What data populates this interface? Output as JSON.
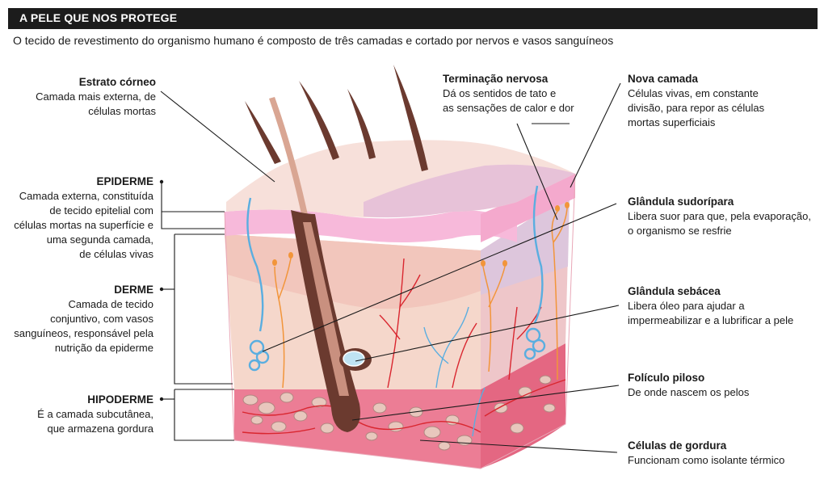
{
  "header": {
    "title": "A PELE QUE NOS PROTEGE",
    "subtitle": "O tecido de revestimento do organismo humano é composto de três camadas e cortado por nervos e vasos sanguíneos"
  },
  "labels": {
    "estrato": {
      "title": "Estrato córneo",
      "line1": "Camada mais externa, de",
      "line2": "células mortas"
    },
    "epiderme": {
      "title": "EPIDERME",
      "line1": "Camada externa, constituída",
      "line2": "de tecido epitelial com",
      "line3": "células mortas na superfície e",
      "line4": "uma segunda camada,",
      "line5": "de células vivas"
    },
    "derme": {
      "title": "DERME",
      "line1": "Camada de tecido",
      "line2": "conjuntivo, com vasos",
      "line3": "sanguíneos, responsável pela",
      "line4": "nutrição da epiderme"
    },
    "hipoderme": {
      "title": "HIPODERME",
      "line1": "É a camada subcutânea,",
      "line2": "que armazena gordura"
    },
    "terminacao": {
      "title": "Terminação nervosa",
      "line1": "Dá os sentidos de tato e",
      "line2": "as sensações de calor e dor"
    },
    "nova": {
      "title": "Nova camada",
      "line1": "Células vivas, em constante",
      "line2": "divisão, para repor as células",
      "line3": "mortas superficiais"
    },
    "sudoripara": {
      "title": "Glândula sudorípara",
      "line1": "Libera suor para que, pela evaporação,",
      "line2": "o organismo se resfrie"
    },
    "sebacea": {
      "title": "Glândula sebácea",
      "line1": "Libera óleo para ajudar a",
      "line2": "impermeabilizar e a lubrificar a pele"
    },
    "foliculo": {
      "title": "Folículo piloso",
      "line1": "De onde nascem os pelos"
    },
    "gordura": {
      "title": "Células de gordura",
      "line1": "Funcionam como isolante térmico"
    }
  },
  "colors": {
    "header": "#1c1c1c",
    "surface": "#f6dcd6",
    "epidermis": "#f7b9da",
    "dermis": "#f5d4c7",
    "hypodermis": "#ec7d95",
    "hair": "#6b3a2f",
    "nerve": "#f2953a",
    "sweat": "#5aaee0",
    "vessel": "#d9262f"
  }
}
